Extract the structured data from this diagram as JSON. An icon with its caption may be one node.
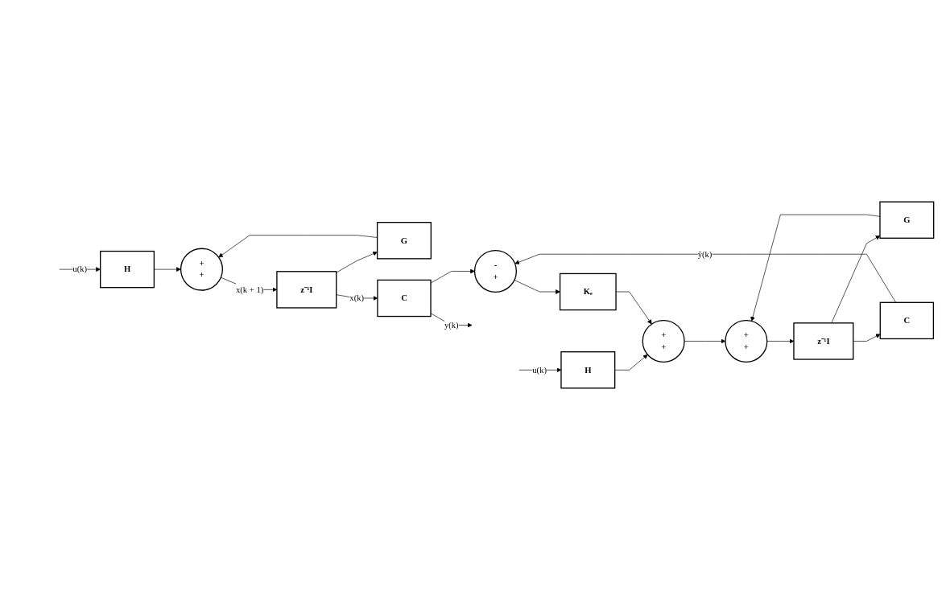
{
  "diagram": {
    "nodes": [
      {
        "text": [
          "H"
        ]
      },
      {
        "text": [
          "+",
          "+"
        ]
      },
      {
        "text": [
          "z⁻¹I"
        ]
      },
      {
        "text": [
          "G"
        ]
      },
      {
        "text": [
          "C"
        ]
      },
      {
        "text": [
          "H"
        ]
      },
      {
        "text": [
          "+",
          "+"
        ]
      },
      {
        "text": [
          "+",
          "+"
        ]
      },
      {
        "text": [
          "z⁻¹I"
        ]
      },
      {
        "text": [
          "G"
        ]
      },
      {
        "text": [
          "C"
        ]
      },
      {
        "text": [
          "-",
          "+"
        ]
      },
      {
        "text": [
          "Kₑ"
        ]
      }
    ],
    "edges": [
      {
        "from": null,
        "to": 0,
        "arrow": "to",
        "label": "u(k)"
      },
      {
        "from": 0,
        "to": 1,
        "arrow": "to"
      },
      {
        "from": 1,
        "to": 2,
        "arrow": "to",
        "label": "x(k + 1)"
      },
      {
        "from": 2,
        "to": 4,
        "arrow": "to",
        "label": "x(k)"
      },
      {
        "from": 2,
        "to": 3,
        "arrow": "to"
      },
      {
        "from": 3,
        "to": 1,
        "arrow": "to"
      },
      {
        "from": 4,
        "to": null,
        "arrow": "to",
        "label": "y(k)"
      },
      {
        "from": 4,
        "to": 11,
        "arrow": "to"
      },
      {
        "from": null,
        "to": 5,
        "arrow": "to",
        "label": "u(k)"
      },
      {
        "from": 5,
        "to": 6,
        "arrow": "to"
      },
      {
        "from": 6,
        "to": 7,
        "arrow": "to"
      },
      {
        "from": 7,
        "to": 8,
        "arrow": "to"
      },
      {
        "from": 8,
        "to": 10,
        "arrow": "to"
      },
      {
        "from": 8,
        "to": 9,
        "arrow": "to"
      },
      {
        "from": 9,
        "to": 7,
        "arrow": "to"
      },
      {
        "from": 10,
        "to": 11,
        "arrow": "to",
        "label": "ỹ(k)"
      },
      {
        "from": 11,
        "to": 12,
        "arrow": "to"
      },
      {
        "from": 12,
        "to": 6,
        "arrow": "to"
      }
    ]
  }
}
